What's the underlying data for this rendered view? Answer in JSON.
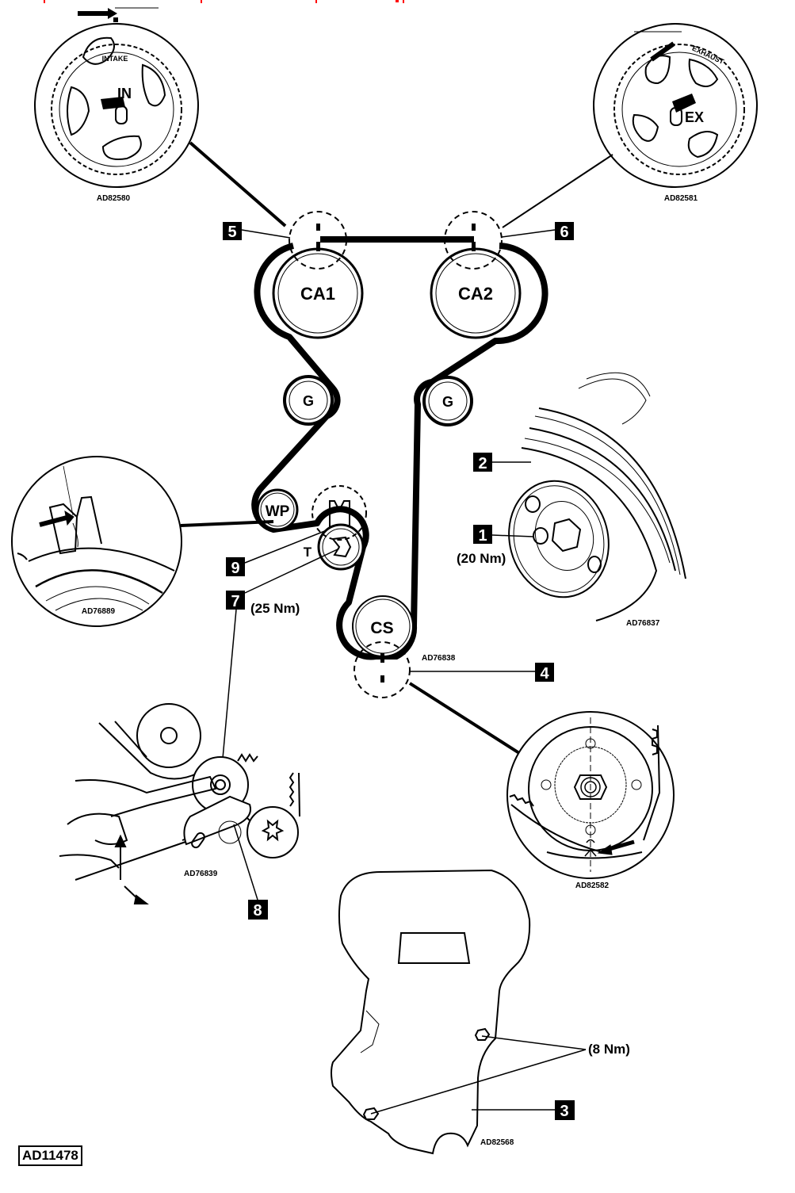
{
  "diagram": {
    "title": "Timing belt installation diagram",
    "reference": "AD11478",
    "colors": {
      "ink": "#000000",
      "paper": "#ffffff",
      "header_text_fragments": "#ff0000"
    },
    "pulleys": {
      "ca1": "CA1",
      "ca2": "CA2",
      "g_left": "G",
      "g_right": "G",
      "wp": "WP",
      "tensioner": "T",
      "cs": "CS"
    },
    "callouts": {
      "c1": "1",
      "c2": "2",
      "c3": "3",
      "c4": "4",
      "c5": "5",
      "c6": "6",
      "c7": "7",
      "c8": "8",
      "c9": "9"
    },
    "torques": {
      "t1": "(20 Nm)",
      "t7": "(25 Nm)",
      "t3": "(8 Nm)"
    },
    "details": {
      "intake": {
        "code": "AD82580",
        "ring_text": "INTAKE",
        "hub_text": "IN"
      },
      "exhaust": {
        "code": "AD82581",
        "ring_text": "EXHAUST",
        "hub_text": "EX"
      },
      "tensioner_mark": {
        "code": "AD76889"
      },
      "main": {
        "code": "AD76838"
      },
      "crank_pulley": {
        "code": "AD76837"
      },
      "tensioner_adjust": {
        "code": "AD76839"
      },
      "crank_sprocket": {
        "code": "AD82582"
      },
      "cover": {
        "code": "AD82568"
      }
    }
  }
}
